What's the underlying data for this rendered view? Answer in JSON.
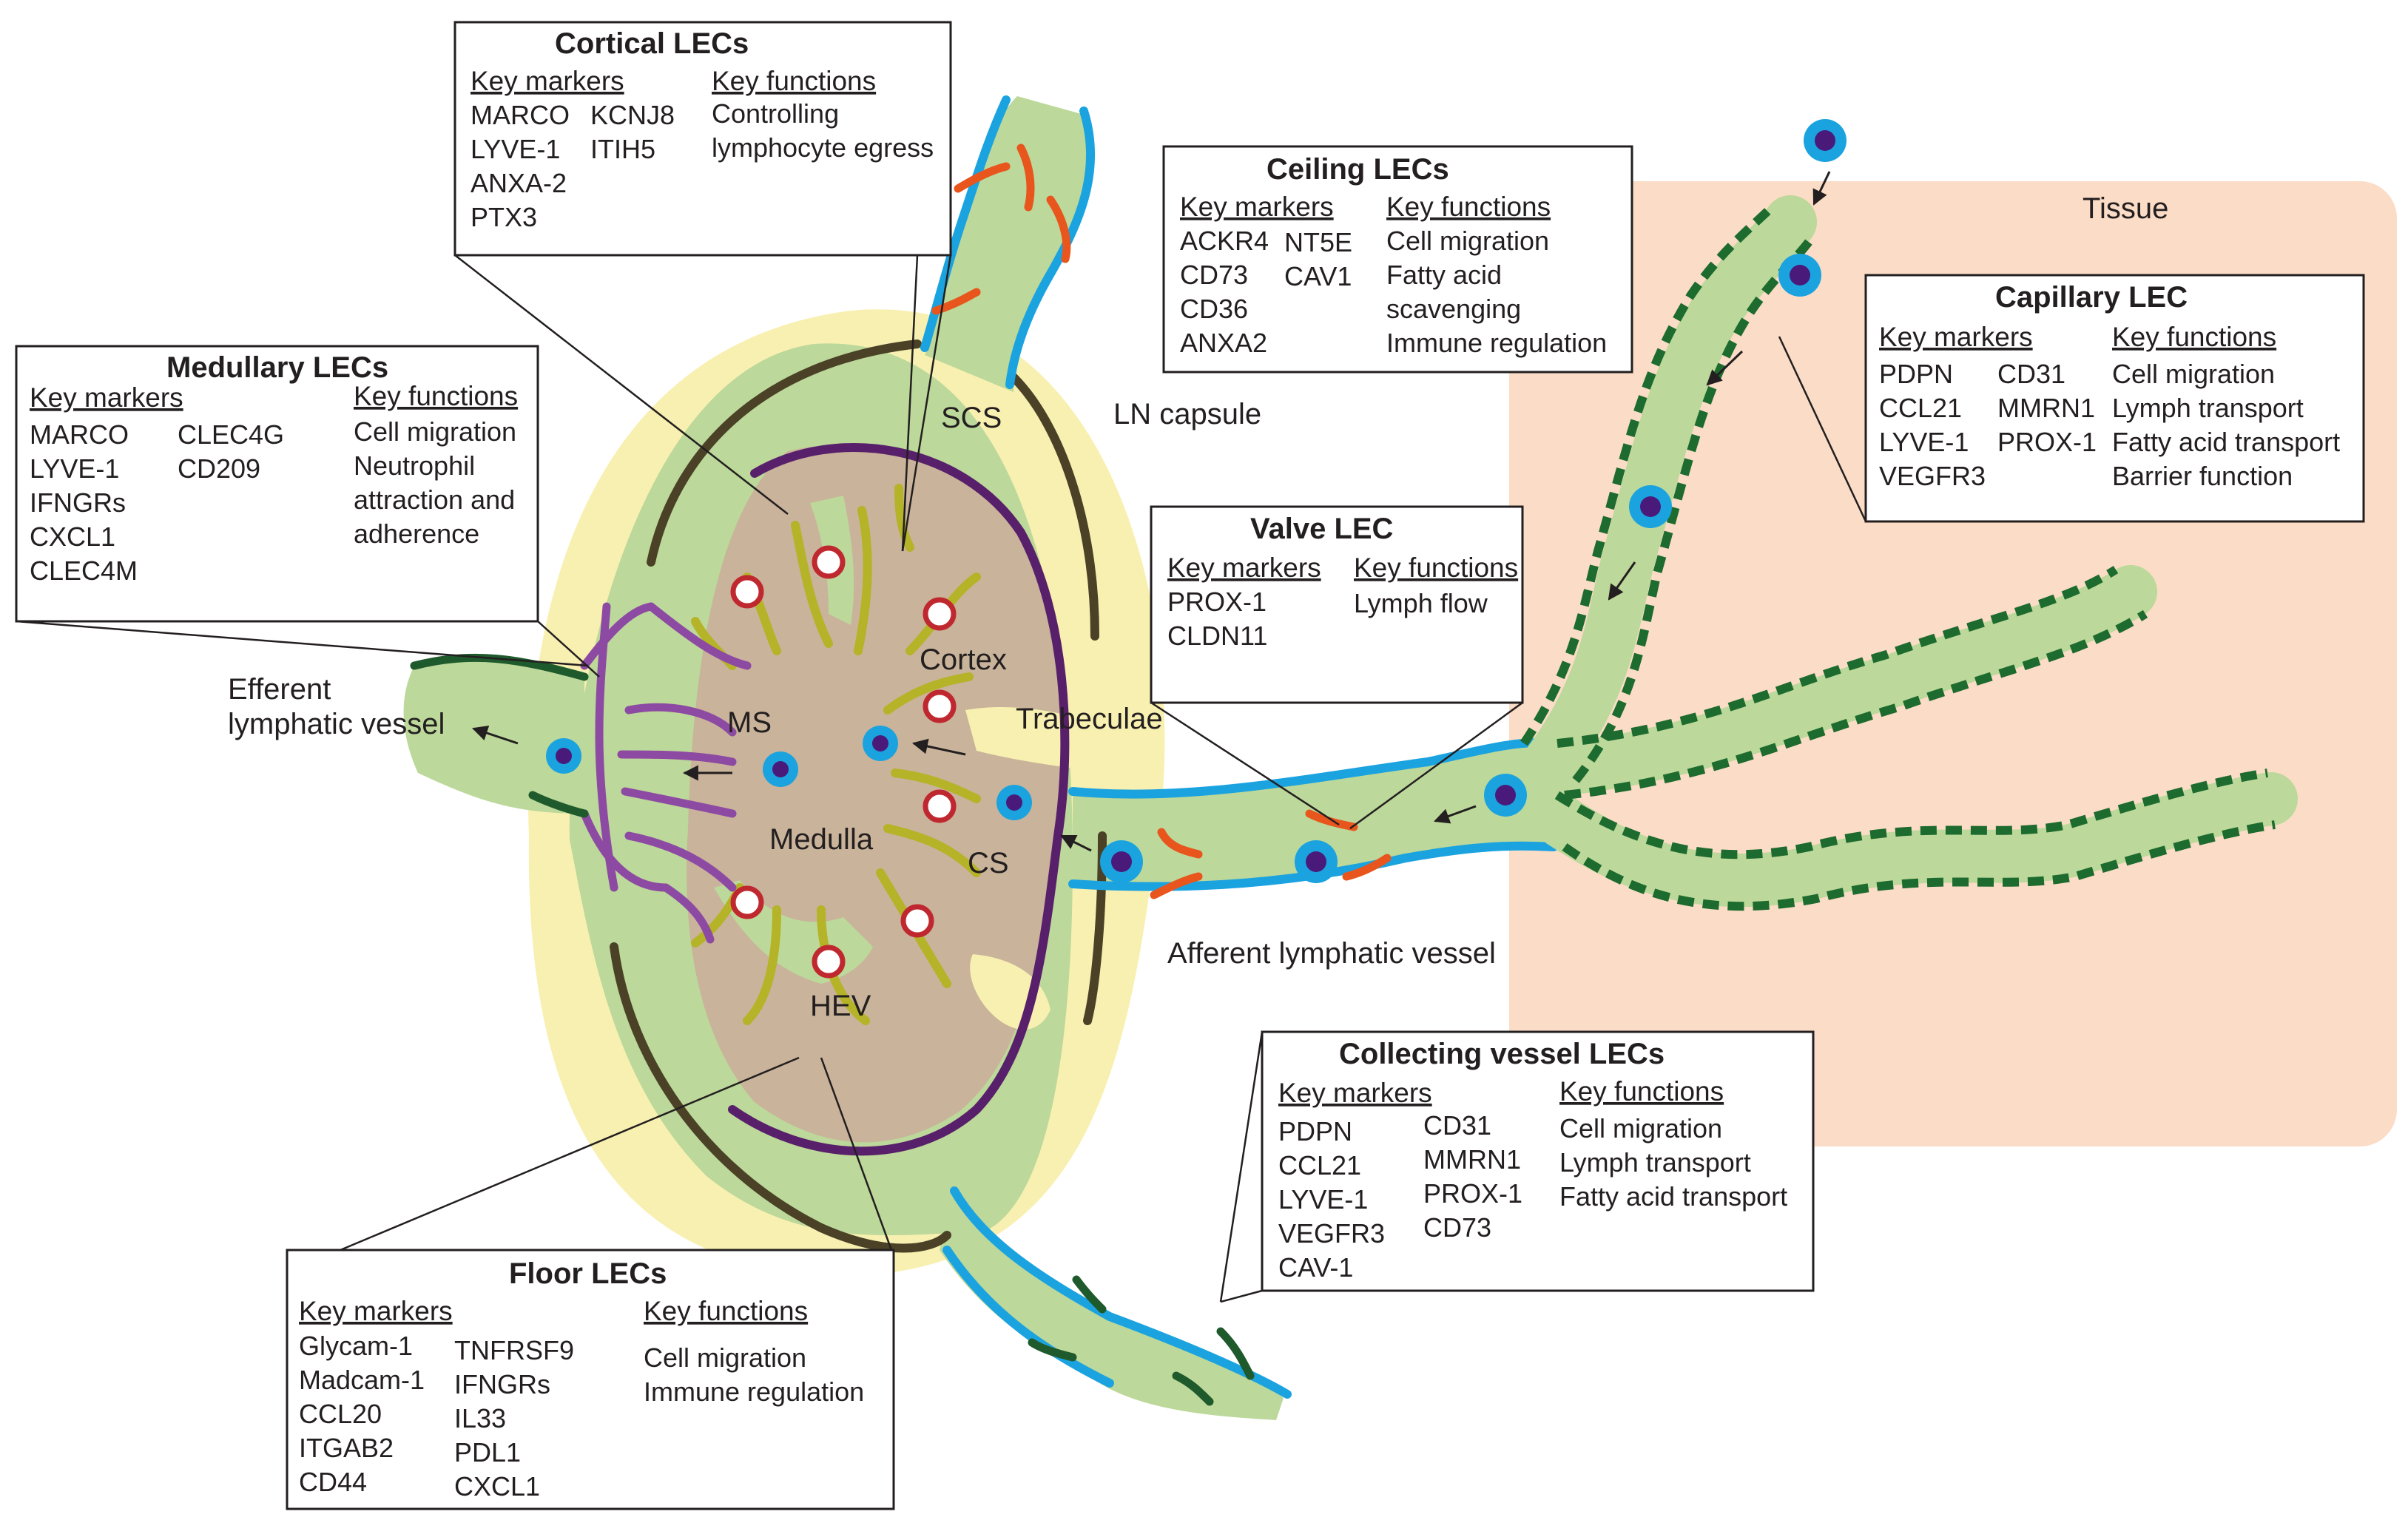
{
  "colors": {
    "tissue": "#fbdcc6",
    "capsule": "#f8f0b0",
    "lymph_green": "#bcd89a",
    "parenchyma": "#c9b39a",
    "sinus_line": "#4a4127",
    "cortex_line": "#58206b",
    "trabecula_yellow": "#b5b327",
    "medullary_purple": "#8d4aa3",
    "vessel_blue": "#1ba3e0",
    "valve_orange": "#e8551d",
    "collecting_dark": "#1f5a2c",
    "capillary_dash": "#1d6b2e",
    "cell_blue": "#1ba3e0",
    "cell_nucleus": "#4a1a7a",
    "hev_red": "#c0282f"
  },
  "labels": {
    "tissue": "Tissue",
    "ln_capsule": "LN capsule",
    "scs": "SCS",
    "cortex": "Cortex",
    "trabeculae": "Trabeculae",
    "ms": "MS",
    "medulla": "Medulla",
    "cs": "CS",
    "hev": "HEV",
    "efferent_1": "Efferent",
    "efferent_2": "lymphatic vessel",
    "afferent": "Afferent lymphatic vessel"
  },
  "boxes": {
    "cortical": {
      "title": "Cortical LECs",
      "markers_header": "Key markers",
      "functions_header": "Key functions",
      "markers_col1": [
        "MARCO",
        "LYVE-1",
        "ANXA-2",
        "PTX3"
      ],
      "markers_col2": [
        "KCNJ8",
        "ITIH5"
      ],
      "functions": [
        "Controlling",
        "lymphocyte egress"
      ]
    },
    "ceiling": {
      "title": "Ceiling LECs",
      "markers_header": "Key markers",
      "functions_header": "Key functions",
      "markers_col1": [
        "ACKR4",
        "CD73",
        "CD36",
        "ANXA2"
      ],
      "markers_col2": [
        "NT5E",
        "CAV1"
      ],
      "functions": [
        "Cell migration",
        "Fatty acid",
        "scavenging",
        "Immune regulation"
      ]
    },
    "medullary": {
      "title": "Medullary LECs",
      "markers_header": "Key markers",
      "functions_header": "Key functions",
      "markers_col1": [
        "MARCO",
        "LYVE-1",
        "IFNGRs",
        "CXCL1",
        "CLEC4M"
      ],
      "markers_col2": [
        "CLEC4G",
        "CD209"
      ],
      "functions": [
        "Cell migration",
        "Neutrophil",
        "attraction and",
        "adherence"
      ]
    },
    "capillary": {
      "title": "Capillary LEC",
      "markers_header": "Key markers",
      "functions_header": "Key functions",
      "markers_col1": [
        "PDPN",
        "CCL21",
        "LYVE-1",
        "VEGFR3"
      ],
      "markers_col2": [
        "CD31",
        "MMRN1",
        "PROX-1"
      ],
      "functions": [
        "Cell migration",
        "Lymph transport",
        "Fatty acid transport",
        "Barrier function"
      ]
    },
    "valve": {
      "title": "Valve LEC",
      "markers_header": "Key markers",
      "functions_header": "Key functions",
      "markers_col1": [
        "PROX-1",
        "CLDN11"
      ],
      "markers_col2": [],
      "functions": [
        "Lymph flow"
      ]
    },
    "collecting": {
      "title": "Collecting vessel LECs",
      "markers_header": "Key markers",
      "functions_header": "Key functions",
      "markers_col1": [
        "PDPN",
        "CCL21",
        "LYVE-1",
        "VEGFR3",
        "CAV-1"
      ],
      "markers_col2": [
        "CD31",
        "MMRN1",
        "PROX-1",
        "CD73"
      ],
      "functions": [
        "Cell migration",
        "Lymph transport",
        "Fatty acid transport"
      ]
    },
    "floor": {
      "title": "Floor LECs",
      "markers_header": "Key markers",
      "functions_header": "Key functions",
      "markers_col1": [
        "Glycam-1",
        "Madcam-1",
        "CCL20",
        "ITGAB2",
        "CD44"
      ],
      "markers_col2": [
        "TNFRSF9",
        "IFNGRs",
        "IL33",
        "PDL1",
        "CXCL1"
      ],
      "functions": [
        "Cell migration",
        "Immune regulation"
      ]
    }
  }
}
